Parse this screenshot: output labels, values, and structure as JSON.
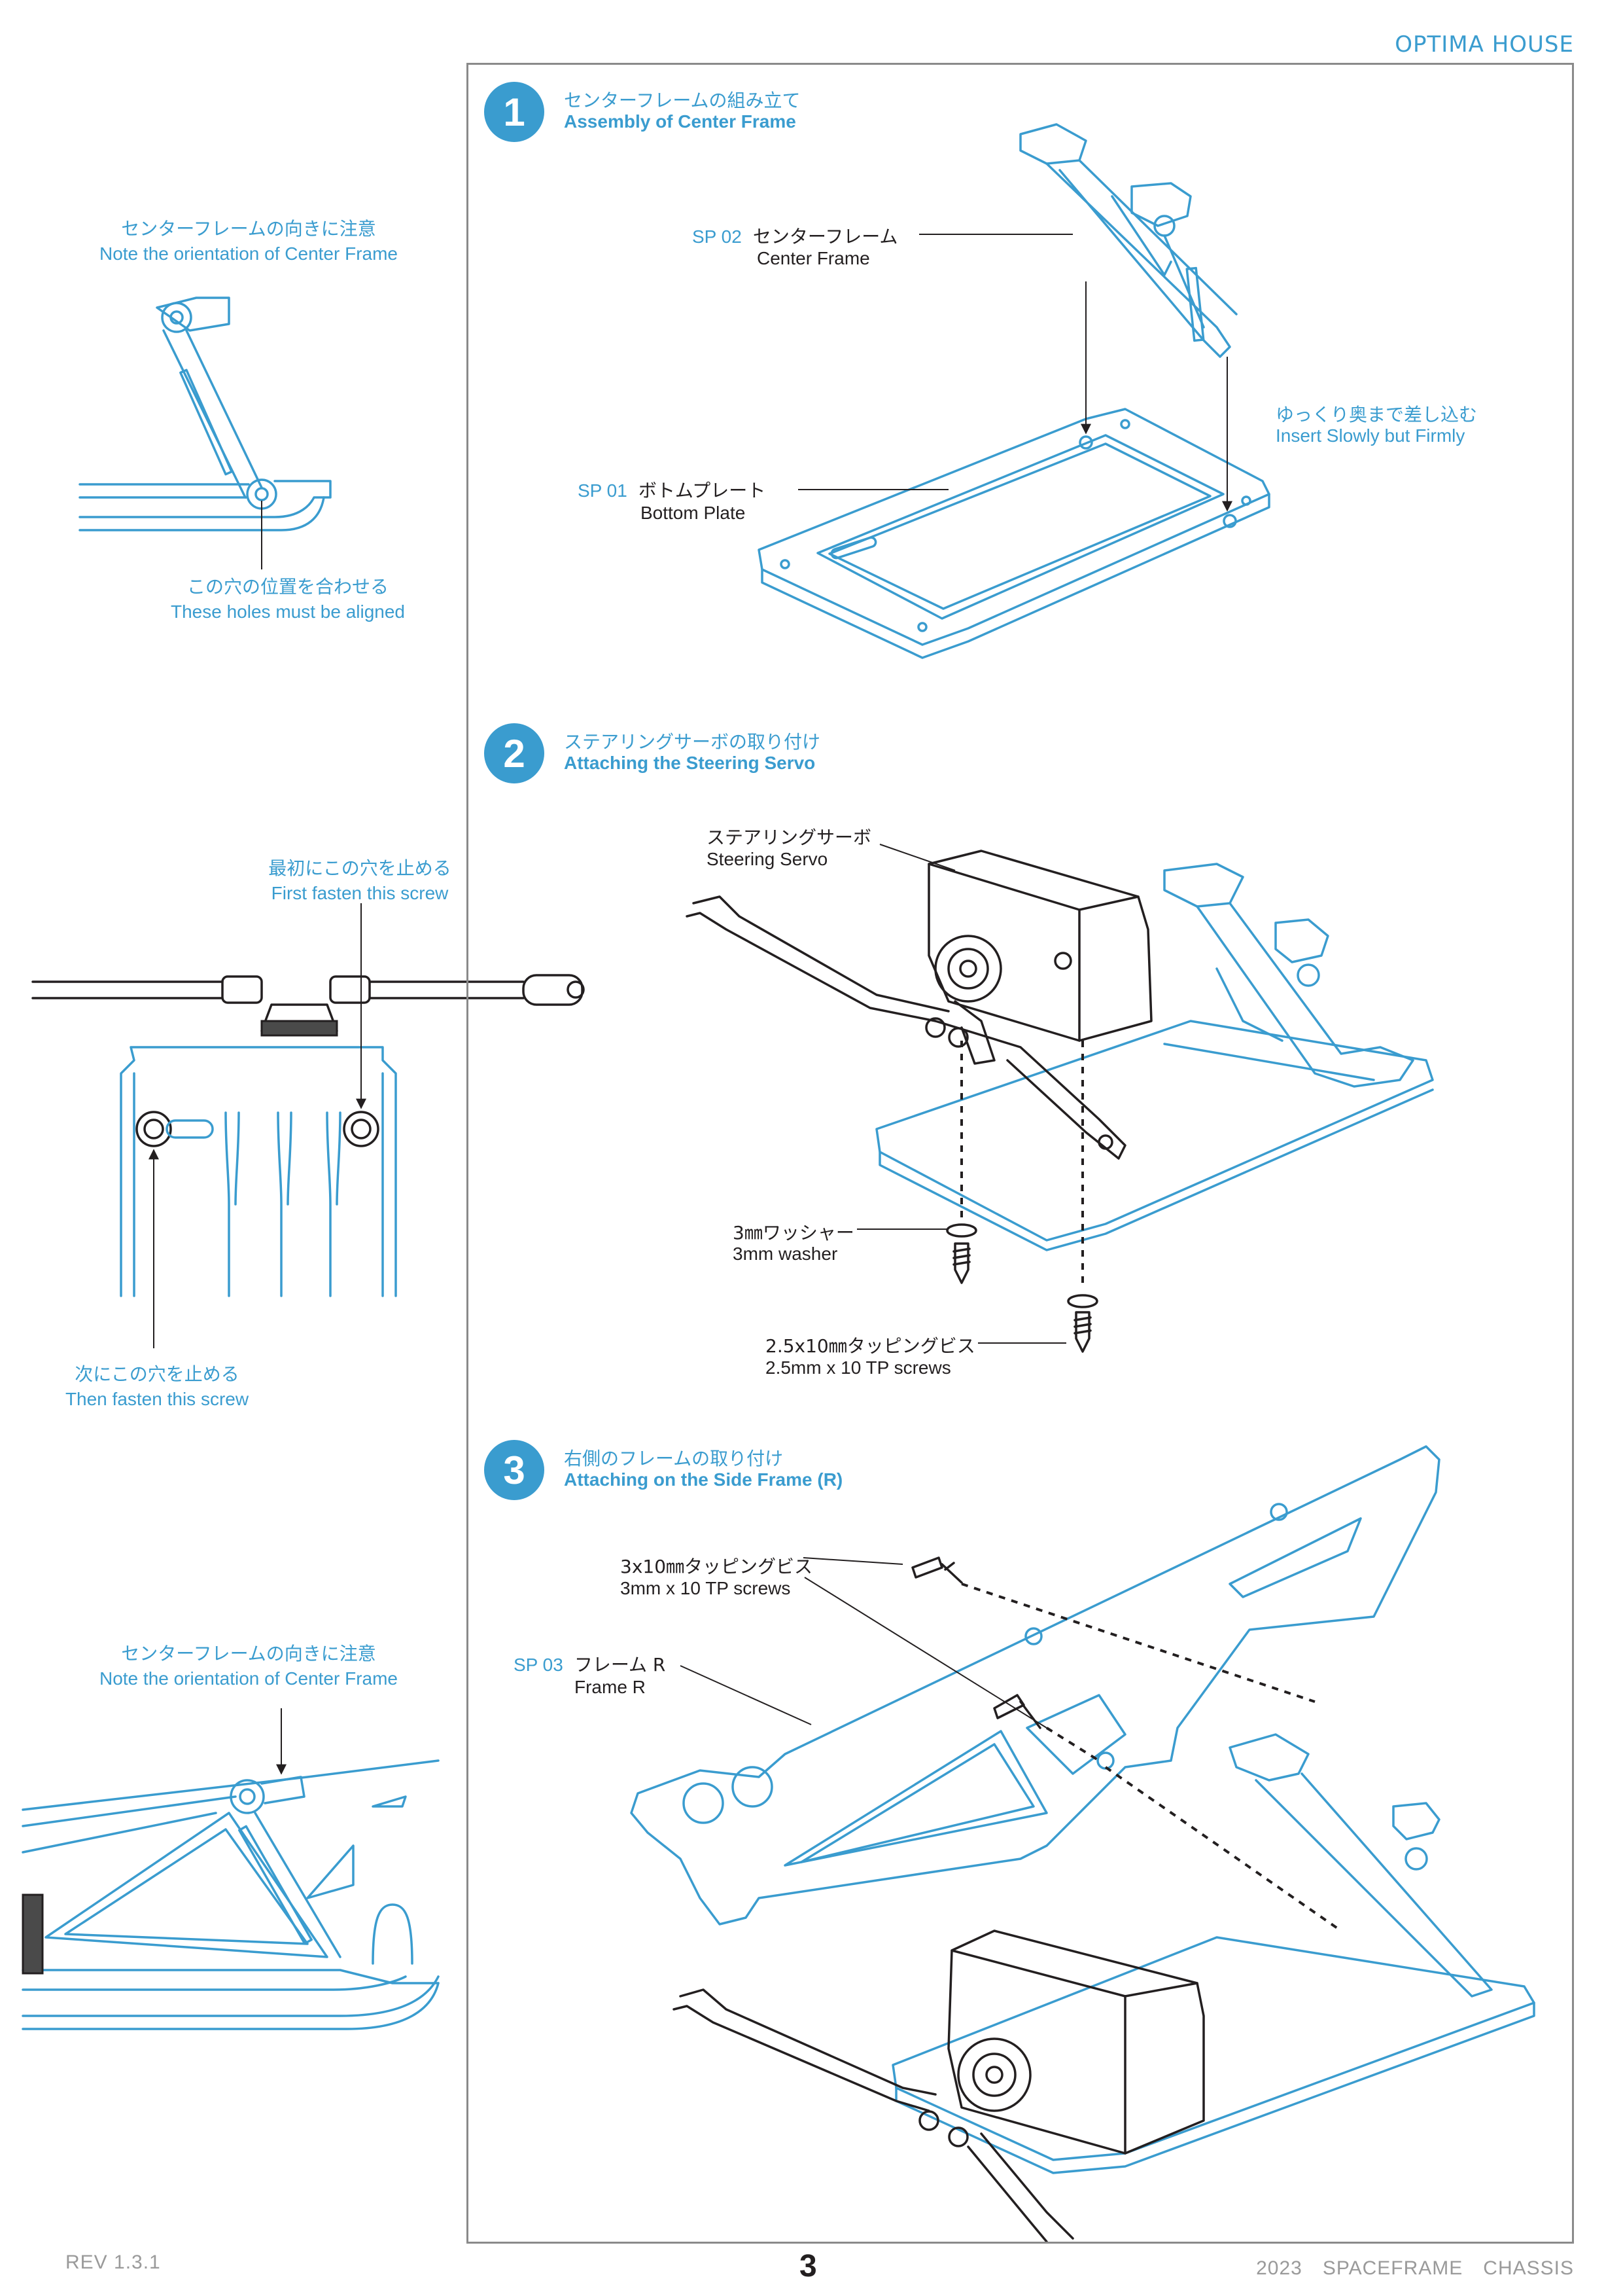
{
  "header": {
    "brand": "OPTIMA HOUSE"
  },
  "steps": [
    {
      "number": "1",
      "title_ja": "センターフレームの組み立て",
      "title_en": "Assembly of Center Frame",
      "parts": [
        {
          "code": "SP 02",
          "name_ja": "センターフレーム",
          "name_en": "Center Frame"
        },
        {
          "code": "SP 01",
          "name_ja": "ボトムプレート",
          "name_en": "Bottom Plate"
        }
      ],
      "callout": {
        "ja": "ゆっくり奥まで差し込む",
        "en": "Insert Slowly but Firmly"
      }
    },
    {
      "number": "2",
      "title_ja": "ステアリングサーボの取り付け",
      "title_en": "Attaching the Steering Servo",
      "parts": [
        {
          "name_ja": "ステアリングサーボ",
          "name_en": "Steering Servo"
        },
        {
          "name_ja": "3㎜ワッシャー",
          "name_en": "3mm washer"
        },
        {
          "name_ja": "2.5x10㎜タッピングビス",
          "name_en": "2.5mm x 10 TP screws"
        }
      ]
    },
    {
      "number": "3",
      "title_ja": "右側のフレームの取り付け",
      "title_en": "Attaching on the Side Frame (R)",
      "parts": [
        {
          "name_ja": "3x10㎜タッピングビス",
          "name_en": "3mm x 10 TP screws"
        },
        {
          "code": "SP 03",
          "name_ja": "フレーム R",
          "name_en": "Frame R"
        }
      ]
    }
  ],
  "side_notes": {
    "orientation_top": {
      "ja": "センターフレームの向きに注意",
      "en": "Note the orientation of Center Frame"
    },
    "holes_aligned": {
      "ja": "この穴の位置を合わせる",
      "en": "These holes must be aligned"
    },
    "first_screw": {
      "ja": "最初にこの穴を止める",
      "en": "First fasten this screw"
    },
    "then_screw": {
      "ja": "次にこの穴を止める",
      "en": "Then fasten this screw"
    },
    "orientation_bottom": {
      "ja": "センターフレームの向きに注意",
      "en": "Note the orientation of Center Frame"
    }
  },
  "footer": {
    "revision": "REV 1.3.1",
    "page_number": "3",
    "title": "2023　SPACEFRAME　CHASSIS"
  },
  "colors": {
    "accent": "#3a9ccf",
    "ink": "#231f20",
    "muted": "#9a9a9a"
  }
}
